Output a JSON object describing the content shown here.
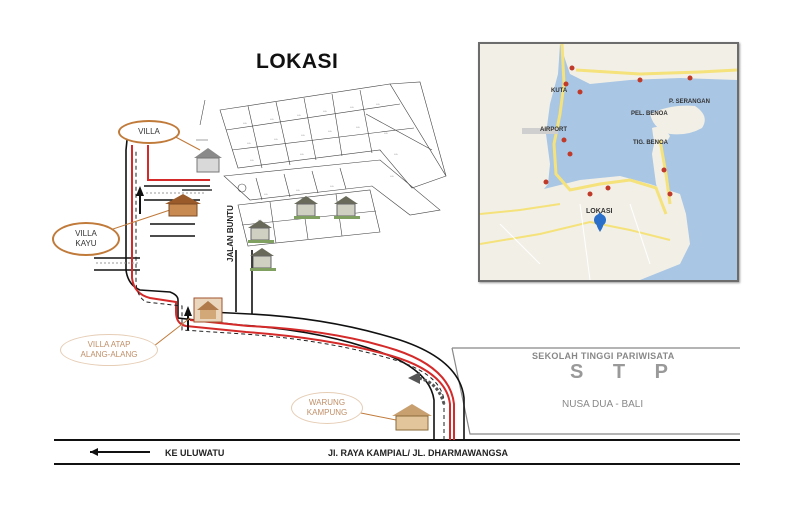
{
  "title": "LOKASI",
  "callouts": {
    "villa": "VILLA",
    "villa_kayu_line1": "VILLA",
    "villa_kayu_line2": "KAYU",
    "villa_atap_line1": "VILLA ATAP",
    "villa_atap_line2": "ALANG-ALANG",
    "warung_line1": "WARUNG",
    "warung_line2": "KAMPUNG"
  },
  "streets": {
    "jalan_buntu": "JALAN BUNTU",
    "west": "KE ULUWATU",
    "main": "Jl. RAYA KAMPIAL/ JL. DHARMAWANGSA"
  },
  "landmark": {
    "name": "SEKOLAH TINGGI PARIWISATA",
    "abbr": "S T P",
    "location": "NUSA DUA - BALI"
  },
  "inset_map": {
    "labels": {
      "kuta": "KUTA",
      "airport": "AIRPORT",
      "serangan": "P. SERANGAN",
      "pel_benoa": "PEL. BENOA",
      "tig_benoa": "TIG. BENOA",
      "lokasi": "LOKASI"
    }
  },
  "colors": {
    "route": "#d42a2a",
    "sea": "#a9c6e4",
    "land": "#f2efe6",
    "major_road": "#f5e27a",
    "pin": "#2a6fc9",
    "marker": "#c03a2a"
  }
}
